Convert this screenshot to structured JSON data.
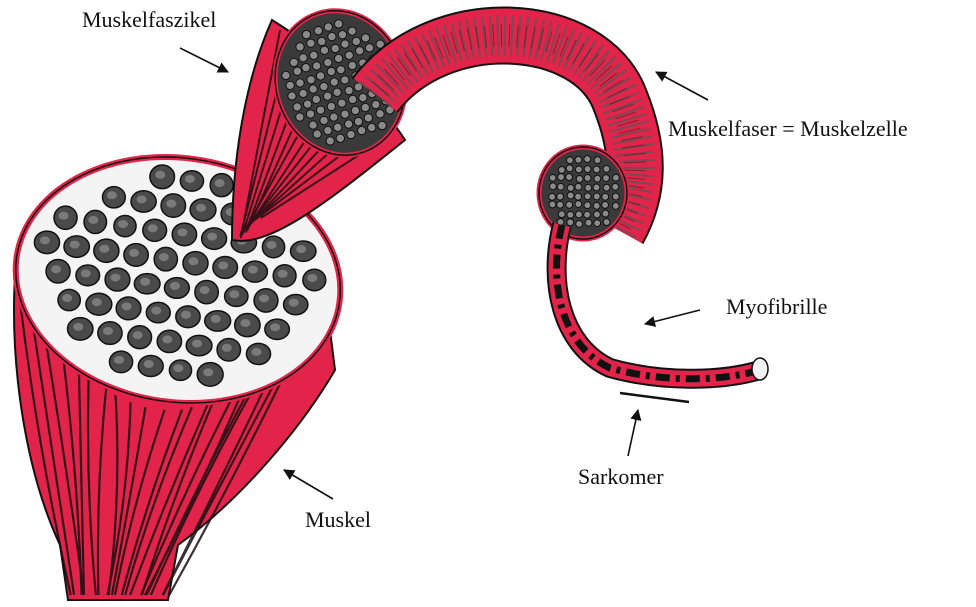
{
  "labels": {
    "fascicle": "Muskelfaszikel",
    "fiber": "Muskelfaser = Muskelzelle",
    "myofibril": "Myofibrille",
    "sarcomere": "Sarkomer",
    "muscle": "Muskel"
  },
  "colors": {
    "muscle_red": "#e3244a",
    "dark_red": "#b01535",
    "ink": "#111111",
    "section_gray": "#4a4a4a",
    "background": "#ffffff"
  }
}
